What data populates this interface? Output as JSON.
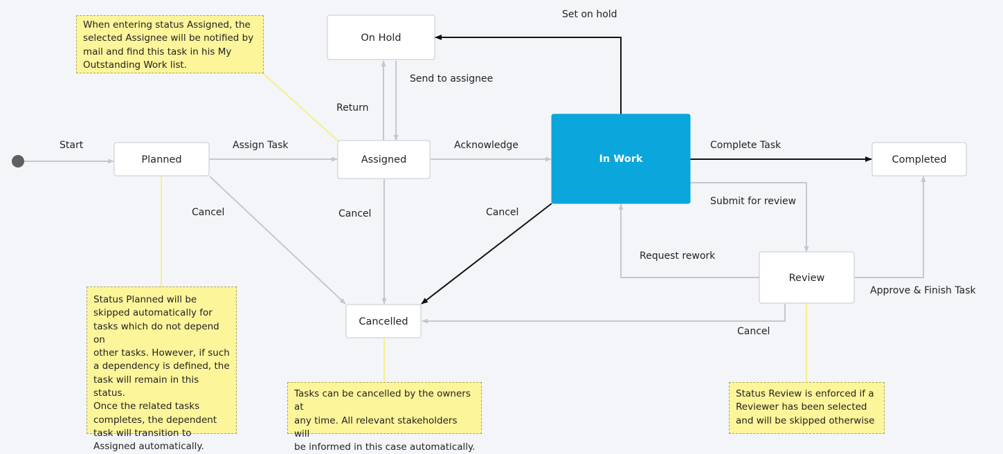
{
  "colors": {
    "background": "#f4f5f8",
    "active_state": "#0aa6dc",
    "state_border": "#c3c8cf",
    "arrow_gray": "#c3c8cf",
    "arrow_black": "#111111",
    "note_fill": "#fdf59a",
    "note_connector": "#f7ef8c",
    "start_dot": "#5f5f5f"
  },
  "states": {
    "on_hold": "On Hold",
    "planned": "Planned",
    "assigned": "Assigned",
    "in_work": "In Work",
    "completed": "Completed",
    "review": "Review",
    "cancelled": "Cancelled"
  },
  "transitions": {
    "start": "Start",
    "assign_task": "Assign Task",
    "acknowledge": "Acknowledge",
    "complete_task": "Complete Task",
    "set_on_hold": "Set on hold",
    "send_to_assignee": "Send to assignee",
    "return": "Return",
    "cancel_planned": "Cancel",
    "cancel_assigned": "Cancel",
    "cancel_in_work": "Cancel",
    "cancel_review": "Cancel",
    "submit_for_review": "Submit for review",
    "request_rework": "Request rework",
    "approve_finish": "Approve & Finish Task"
  },
  "notes": {
    "assigned_note": [
      "When entering status Assigned, the",
      "selected Assignee will be notified by",
      "mail and find this task in his My",
      "Outstanding Work list."
    ],
    "planned_note": [
      "Status Planned will be",
      "skipped automatically for",
      "tasks which do not depend on",
      "other tasks. However, if such",
      "a dependency is defined, the",
      "task will remain in this status.",
      "Once the related tasks",
      "completes, the dependent",
      "task will transition to",
      "Assigned automatically."
    ],
    "cancelled_note": [
      "Tasks can be cancelled by the owners at",
      "any time. All relevant stakeholders will",
      "be informed in this case automatically."
    ],
    "review_note": [
      "Status Review is enforced if a",
      "Reviewer has been selected",
      "and will be skipped otherwise"
    ]
  }
}
